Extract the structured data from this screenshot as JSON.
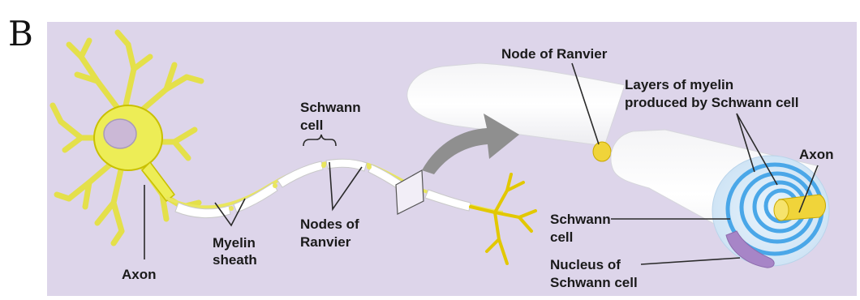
{
  "panel_letter": "B",
  "colors": {
    "background": "#ddd5ea",
    "neuron": "#eded56",
    "neuron_stroke": "#c9c000",
    "myelin": "#ffffff",
    "arrow": "#8f8f8f",
    "spiral": "#4aa7e8",
    "nucleus": "#a785c7"
  },
  "labels": {
    "axon_left": "Axon",
    "myelin_sheath_1": "Myelin",
    "myelin_sheath_2": "sheath",
    "schwann_cell_top_1": "Schwann",
    "schwann_cell_top_2": "cell",
    "nodes_of_ranvier_1": "Nodes of",
    "nodes_of_ranvier_2": "Ranvier",
    "node_of_ranvier": "Node of Ranvier",
    "layers_1": "Layers of myelin",
    "layers_2": "produced by Schwann cell",
    "axon_right": "Axon",
    "schwann_cell_right_1": "Schwann",
    "schwann_cell_right_2": "cell",
    "nucleus_1": "Nucleus of",
    "nucleus_2": "Schwann cell"
  }
}
